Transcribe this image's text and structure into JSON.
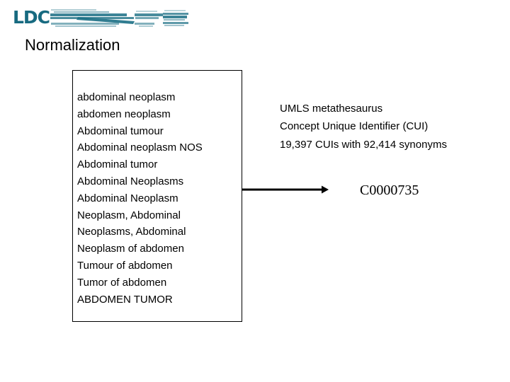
{
  "header": {
    "logo_text": "LDC",
    "logo_color": "#176a80",
    "banner_name": "ldc-banner-artwork"
  },
  "title": "Normalization",
  "synonym_box": {
    "items": [
      "abdominal neoplasm",
      "abdomen neoplasm",
      "Abdominal tumour",
      "Abdominal neoplasm NOS",
      "Abdominal tumor",
      "Abdominal Neoplasms",
      "Abdominal Neoplasm",
      "Neoplasm, Abdominal",
      "Neoplasms, Abdominal",
      "Neoplasm of abdomen",
      "Tumour of abdomen",
      "Tumor of abdomen",
      "ABDOMEN TUMOR"
    ]
  },
  "arrow": {
    "name": "normalization-arrow",
    "direction": "right",
    "color": "#000000"
  },
  "info": {
    "lines": [
      "UMLS metathesaurus",
      "Concept Unique Identifier (CUI)",
      "19,397 CUIs with 92,414 synonyms"
    ]
  },
  "cui": {
    "value": "C0000735"
  }
}
